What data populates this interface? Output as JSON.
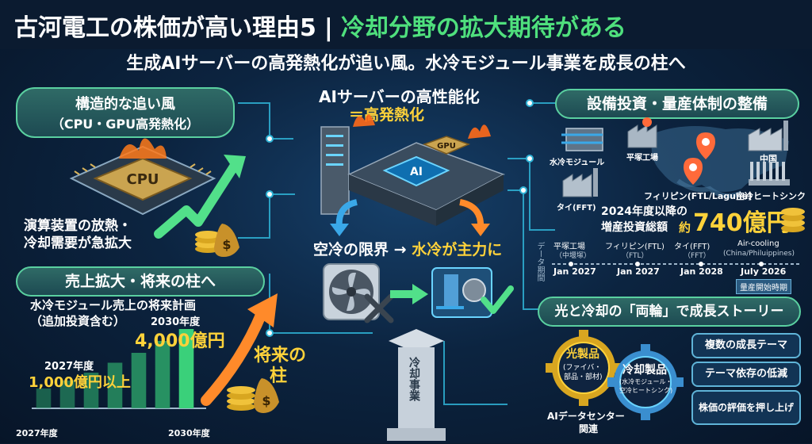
{
  "header": {
    "title_main": "古河電工の株価が高い理由5",
    "title_sep": "|",
    "title_accent": "冷却分野の拡大期待がある",
    "subtitle": "生成AIサーバーの高発熱化が追い風。水冷モジュール事業を成長の柱へ"
  },
  "structural": {
    "heading_line1": "構造的な追い風",
    "heading_line2": "（CPU・GPU高発熱化）",
    "cpu_label": "CPU",
    "caption_line1": "演算装置の放熱・",
    "caption_line2": "冷却需要が急拡大"
  },
  "server": {
    "heading_line1": "AIサーバーの高性能化",
    "heading_line2": "＝高発熱化",
    "gpu_label": "GPU",
    "ai_label": "AI",
    "transition_from": "空冷の限界",
    "transition_arrow": "→",
    "transition_to": "水冷が主力に"
  },
  "sales": {
    "heading": "売上拡大・将来の柱へ",
    "plan_line1": "水冷モジュール売上の将来計画",
    "plan_line2": "（追加投資含む）",
    "y2027_label": "2027年度",
    "y2027_value": "1,000億円以上",
    "y2030_label": "2030年度",
    "y2030_value": "4,000億円",
    "future_line1": "将来の",
    "future_line2": "柱",
    "axis_start": "2027年度",
    "axis_end": "2030年度",
    "pillar_text": "冷却事業"
  },
  "investment": {
    "heading": "設備投資・量産体制の整備",
    "site_water_module": "水冷モジュール",
    "site_hiratsuka": "平塚工場",
    "site_china": "中国",
    "site_thai": "タイ(FFT)",
    "site_philippines": "フィリピン(FTL/Laguna)",
    "site_heatsink": "空冷ヒートシンク",
    "total_label_line1": "2024年度以降の",
    "total_label_line2": "増産投資総額",
    "total_prefix": "約",
    "total_value": "740億円",
    "timeline_side_label": "データ期間",
    "timeline": [
      {
        "name": "平塚工場",
        "sub": "（中堰塚）",
        "date": "Jan 2027"
      },
      {
        "name": "フィリピン(FTL)",
        "sub": "（FTL）",
        "date": "Jan 2027"
      },
      {
        "name": "タイ(FFT)",
        "sub": "（FFT）",
        "date": "Jan 2028"
      },
      {
        "name": "Air-cooling",
        "sub": "(China/Philuippines)",
        "date": "July 2026"
      }
    ],
    "start_badge": "量産開始時期"
  },
  "story": {
    "heading": "光と冷却の「両輪」で成長ストーリー",
    "gear1_line1": "光製品",
    "gear1_line2": "(ファイバ・",
    "gear1_line3": "部品・部材)",
    "gear2_line1": "冷却製品",
    "gear2_line2": "(水冷モジュール・",
    "gear2_line3": "空冷ヒートシンク)",
    "gear_caption_line1": "AIデータセンター",
    "gear_caption_line2": "関連",
    "points": [
      "複数の成長テーマ",
      "テーマ依存の低減",
      "株価の評価を押し上げ"
    ]
  },
  "colors": {
    "accent_green": "#4fe07d",
    "accent_yellow": "#ffd23a",
    "accent_orange": "#ff8a2a",
    "accent_cyan": "#2fb3d6"
  },
  "chart_data": {
    "type": "bar",
    "categories": [
      "2027年度",
      "",
      "",
      "",
      "",
      "",
      "2030年度"
    ],
    "values": [
      1000,
      1400,
      1800,
      2300,
      2800,
      3400,
      4000
    ],
    "annotations": [
      "1,000億円以上",
      "4,000億円"
    ]
  }
}
